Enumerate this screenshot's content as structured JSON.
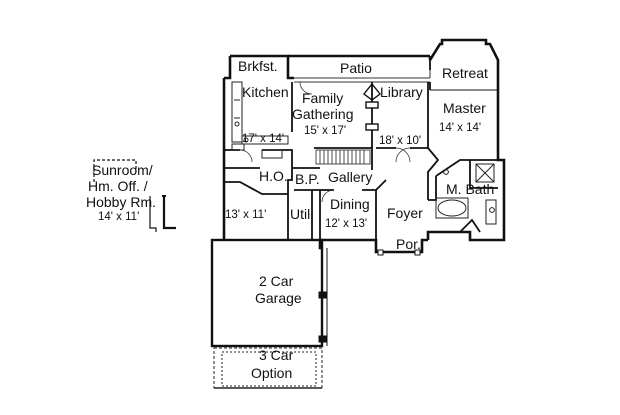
{
  "rooms": {
    "breakfast": {
      "name": "Brkfst."
    },
    "patio": {
      "name": "Patio"
    },
    "retreat": {
      "name": "Retreat"
    },
    "kitchen": {
      "name": "Kitchen",
      "dims": "17' x 14'"
    },
    "family_gathering": {
      "name_line1": "Family",
      "name_line2": "Gathering",
      "dims": "15' x 17'"
    },
    "library": {
      "name": "Library",
      "dims": "18' x 10'"
    },
    "master": {
      "name": "Master",
      "dims": "14' x 14'"
    },
    "home_office": {
      "name": "H.O."
    },
    "butler_pantry": {
      "name": "B.P."
    },
    "gallery": {
      "name": "Gallery"
    },
    "master_bath": {
      "name": "M. Bath"
    },
    "sunroom": {
      "line1": "Sunroom/",
      "line2": "Hm. Off. /",
      "line3": "Hobby Rm.",
      "dims": "14' x 11'"
    },
    "utility": {
      "name": "Util."
    },
    "dining": {
      "name": "Dining",
      "dims": "12' x 13'"
    },
    "foyer": {
      "name": "Foyer"
    },
    "porch": {
      "name": "Por."
    },
    "flex_room": {
      "dims": "13' x 11'"
    },
    "garage": {
      "line1": "2 Car",
      "line2": "Garage"
    },
    "garage_option": {
      "line1": "3 Car",
      "line2": "Option"
    }
  }
}
